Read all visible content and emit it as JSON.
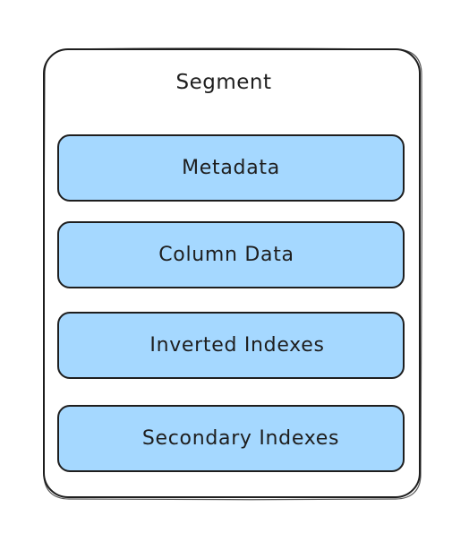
{
  "diagram": {
    "container": {
      "title": "Segment"
    },
    "layers": [
      {
        "label": "Metadata"
      },
      {
        "label": "Column Data"
      },
      {
        "label": "Inverted Indexes"
      },
      {
        "label": "Secondary Indexes"
      }
    ],
    "colors": {
      "stroke": "#1e1e1e",
      "layer_fill": "#a5d8ff",
      "background": "#ffffff"
    }
  }
}
